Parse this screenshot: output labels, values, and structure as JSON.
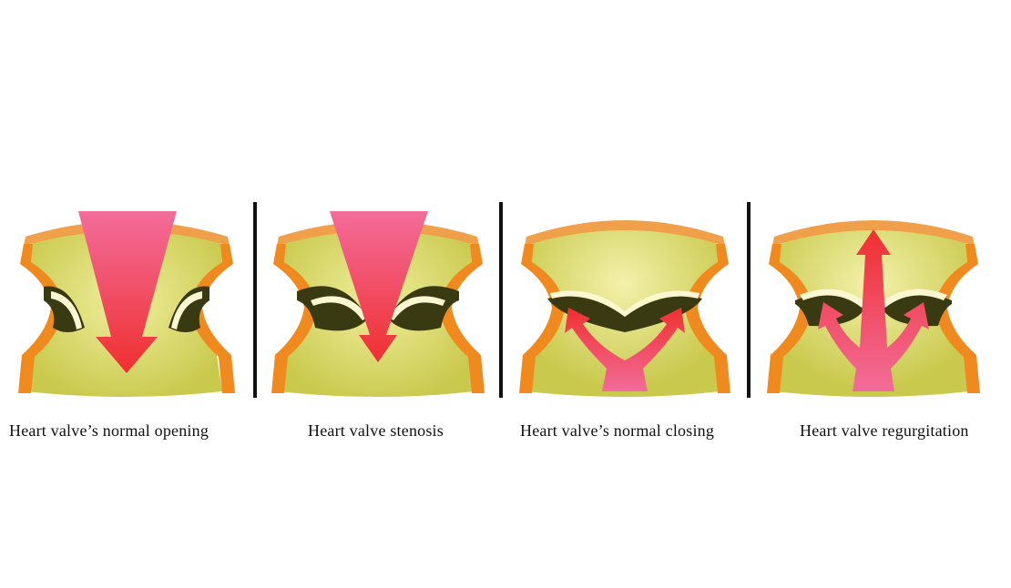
{
  "panels": [
    {
      "caption": "Heart valve’s normal opening",
      "state": "open",
      "flow": "down",
      "colors": {
        "wall": "#f08a1e",
        "chamber": "#e4e27c",
        "flow": "#f0407a"
      }
    },
    {
      "caption": "Heart valve stenosis",
      "state": "narrowed",
      "flow": "down",
      "colors": {
        "wall": "#f08a1e",
        "chamber": "#e4e27c",
        "flow": "#f0407a"
      }
    },
    {
      "caption": "Heart valve’s  normal closing",
      "state": "closed",
      "flow": "split-up",
      "colors": {
        "wall": "#f08a1e",
        "chamber": "#e4e27c",
        "flow": "#f0407a"
      }
    },
    {
      "caption": "Heart valve regurgitation",
      "state": "leaking",
      "flow": "up-through",
      "colors": {
        "wall": "#f08a1e",
        "chamber": "#e4e27c",
        "flow": "#f0407a"
      }
    }
  ]
}
